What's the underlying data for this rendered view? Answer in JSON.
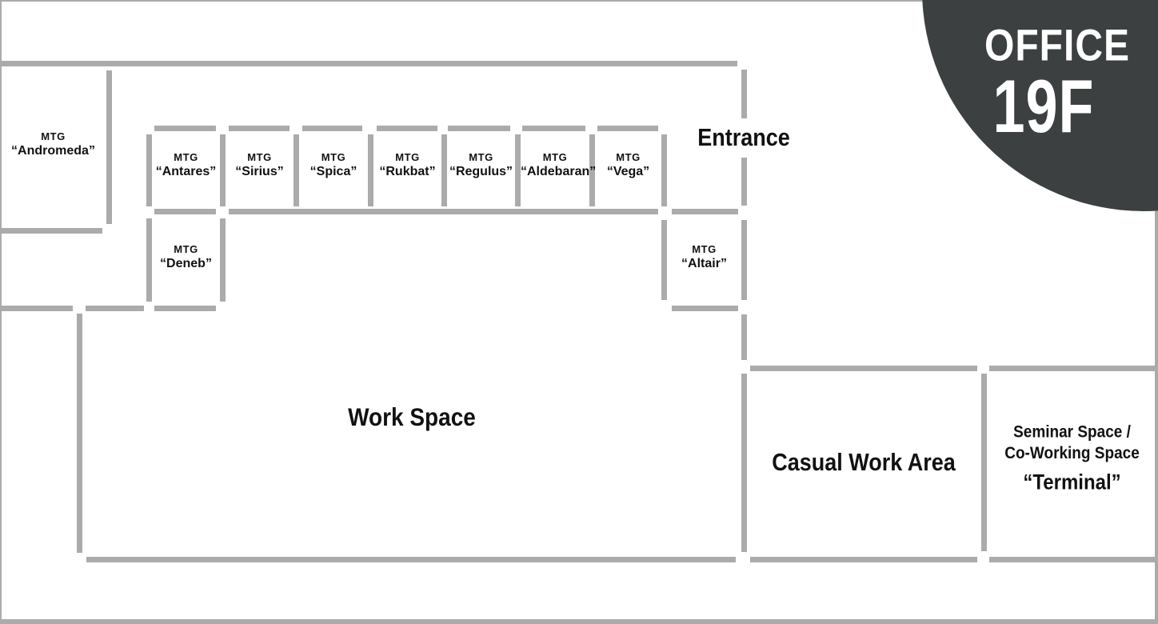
{
  "badge": {
    "line1": "OFFICE",
    "line2": "19F"
  },
  "areas": {
    "entrance": "Entrance",
    "workspace": "Work Space",
    "casual": "Casual Work Area",
    "seminar_line1": "Seminar Space /",
    "seminar_line2": "Co-Working Space",
    "seminar_name": "“Terminal”"
  },
  "rooms": {
    "andromeda": {
      "type": "MTG",
      "name": "“Andromeda”"
    },
    "antares": {
      "type": "MTG",
      "name": "“Antares”"
    },
    "sirius": {
      "type": "MTG",
      "name": "“Sirius”"
    },
    "spica": {
      "type": "MTG",
      "name": "“Spica”"
    },
    "rukbat": {
      "type": "MTG",
      "name": "“Rukbat”"
    },
    "regulus": {
      "type": "MTG",
      "name": "“Regulus”"
    },
    "aldebaran": {
      "type": "MTG",
      "name": "“Aldebaran”"
    },
    "vega": {
      "type": "MTG",
      "name": "“Vega”"
    },
    "deneb": {
      "type": "MTG",
      "name": "“Deneb”"
    },
    "altair": {
      "type": "MTG",
      "name": "“Altair”"
    }
  },
  "colors": {
    "wall": "#ababab",
    "badge_bg": "#3c4041",
    "badge_text": "#ffffff",
    "label_text": "#111111",
    "background": "#ffffff"
  }
}
